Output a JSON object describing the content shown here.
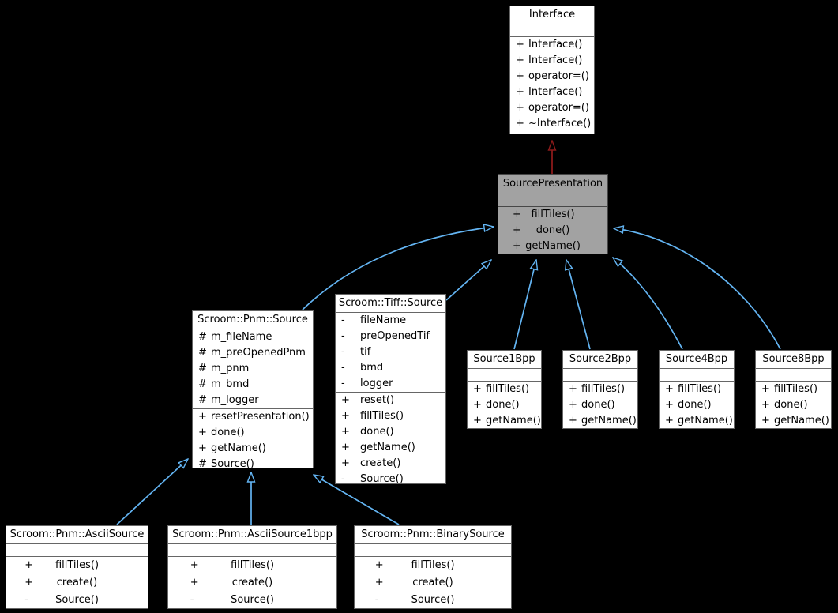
{
  "diagram": {
    "type": "uml-class-inheritance-graph",
    "colors": {
      "background": "#000000",
      "node_fill": "#ffffff",
      "node_border": "#666666",
      "highlight_fill": "#a2a2a2",
      "arrow_blue": "#63b4f2",
      "arrow_red": "#8b1a1a",
      "text": "#000000"
    },
    "edges": [
      {
        "from": "SourcePresentation",
        "to": "Interface",
        "style": "solid-red-inheritance"
      },
      {
        "from": "Scroom::Pnm::Source",
        "to": "SourcePresentation",
        "style": "solid-blue-inheritance"
      },
      {
        "from": "Scroom::Tiff::Source",
        "to": "SourcePresentation",
        "style": "solid-blue-inheritance"
      },
      {
        "from": "Source1Bpp",
        "to": "SourcePresentation",
        "style": "solid-blue-inheritance"
      },
      {
        "from": "Source2Bpp",
        "to": "SourcePresentation",
        "style": "solid-blue-inheritance"
      },
      {
        "from": "Source4Bpp",
        "to": "SourcePresentation",
        "style": "solid-blue-inheritance"
      },
      {
        "from": "Source8Bpp",
        "to": "SourcePresentation",
        "style": "solid-blue-inheritance"
      },
      {
        "from": "Scroom::Pnm::AsciiSource",
        "to": "Scroom::Pnm::Source",
        "style": "solid-blue-inheritance"
      },
      {
        "from": "Scroom::Pnm::AsciiSource1bpp",
        "to": "Scroom::Pnm::Source",
        "style": "solid-blue-inheritance"
      },
      {
        "from": "Scroom::Pnm::BinarySource",
        "to": "Scroom::Pnm::Source",
        "style": "solid-blue-inheritance"
      }
    ]
  },
  "classes": {
    "interface": {
      "title": "Interface",
      "methods": [
        {
          "s": "+",
          "n": "Interface()"
        },
        {
          "s": "+",
          "n": "Interface()"
        },
        {
          "s": "+",
          "n": "operator=()"
        },
        {
          "s": "+",
          "n": "Interface()"
        },
        {
          "s": "+",
          "n": "operator=()"
        },
        {
          "s": "+",
          "n": "~Interface()"
        }
      ]
    },
    "source_presentation": {
      "title": "SourcePresentation",
      "methods": [
        {
          "s": "+",
          "n": "fillTiles()"
        },
        {
          "s": "+",
          "n": "done()"
        },
        {
          "s": "+",
          "n": "getName()"
        }
      ]
    },
    "pnm_source": {
      "title": "Scroom::Pnm::Source",
      "fields": [
        {
          "s": "#",
          "n": "m_fileName"
        },
        {
          "s": "#",
          "n": "m_preOpenedPnm"
        },
        {
          "s": "#",
          "n": "m_pnm"
        },
        {
          "s": "#",
          "n": "m_bmd"
        },
        {
          "s": "#",
          "n": "m_logger"
        }
      ],
      "methods": [
        {
          "s": "+",
          "n": "resetPresentation()"
        },
        {
          "s": "+",
          "n": "done()"
        },
        {
          "s": "+",
          "n": "getName()"
        },
        {
          "s": "#",
          "n": "Source()"
        }
      ]
    },
    "tiff_source": {
      "title": "Scroom::Tiff::Source",
      "fields": [
        {
          "s": "-",
          "n": "fileName"
        },
        {
          "s": "-",
          "n": "preOpenedTif"
        },
        {
          "s": "-",
          "n": "tif"
        },
        {
          "s": "-",
          "n": "bmd"
        },
        {
          "s": "-",
          "n": "logger"
        }
      ],
      "methods": [
        {
          "s": "+",
          "n": "reset()"
        },
        {
          "s": "+",
          "n": "fillTiles()"
        },
        {
          "s": "+",
          "n": "done()"
        },
        {
          "s": "+",
          "n": "getName()"
        },
        {
          "s": "+",
          "n": "create()"
        },
        {
          "s": "-",
          "n": "Source()"
        }
      ]
    },
    "source1bpp": {
      "title": "Source1Bpp",
      "methods": [
        {
          "s": "+",
          "n": "fillTiles()"
        },
        {
          "s": "+",
          "n": "done()"
        },
        {
          "s": "+",
          "n": "getName()"
        }
      ]
    },
    "source2bpp": {
      "title": "Source2Bpp",
      "methods": [
        {
          "s": "+",
          "n": "fillTiles()"
        },
        {
          "s": "+",
          "n": "done()"
        },
        {
          "s": "+",
          "n": "getName()"
        }
      ]
    },
    "source4bpp": {
      "title": "Source4Bpp",
      "methods": [
        {
          "s": "+",
          "n": "fillTiles()"
        },
        {
          "s": "+",
          "n": "done()"
        },
        {
          "s": "+",
          "n": "getName()"
        }
      ]
    },
    "source8bpp": {
      "title": "Source8Bpp",
      "methods": [
        {
          "s": "+",
          "n": "fillTiles()"
        },
        {
          "s": "+",
          "n": "done()"
        },
        {
          "s": "+",
          "n": "getName()"
        }
      ]
    },
    "ascii_source": {
      "title": "Scroom::Pnm::AsciiSource",
      "methods": [
        {
          "s": "+",
          "n": "fillTiles()"
        },
        {
          "s": "+",
          "n": "create()"
        },
        {
          "s": "-",
          "n": "Source()"
        }
      ]
    },
    "ascii_source1bpp": {
      "title": "Scroom::Pnm::AsciiSource1bpp",
      "methods": [
        {
          "s": "+",
          "n": "fillTiles()"
        },
        {
          "s": "+",
          "n": "create()"
        },
        {
          "s": "-",
          "n": "Source()"
        }
      ]
    },
    "binary_source": {
      "title": "Scroom::Pnm::BinarySource",
      "methods": [
        {
          "s": "+",
          "n": "fillTiles()"
        },
        {
          "s": "+",
          "n": "create()"
        },
        {
          "s": "-",
          "n": "Source()"
        }
      ]
    }
  }
}
